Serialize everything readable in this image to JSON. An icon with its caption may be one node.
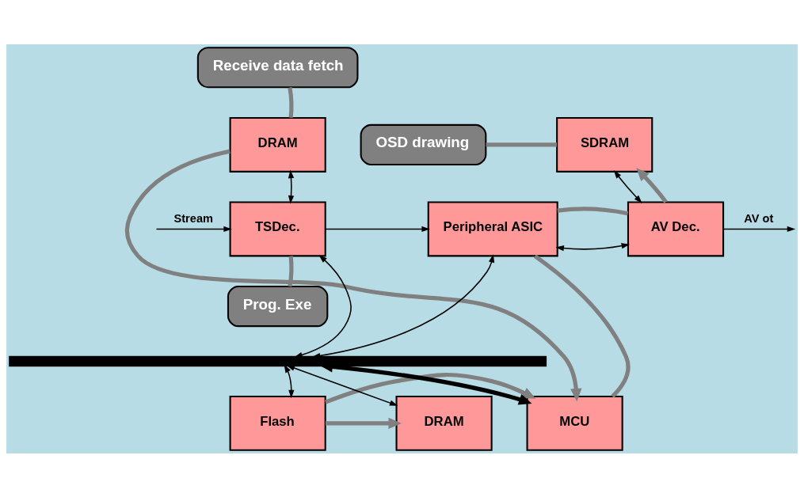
{
  "diagram": {
    "nodes": [
      {
        "text": [
          "Receive data fetch"
        ]
      },
      {
        "text": [
          "DRAM"
        ]
      },
      {
        "text": [
          "OSD drawing"
        ]
      },
      {
        "text": [
          "SDRAM"
        ]
      },
      {
        "text": [
          "TSDec."
        ]
      },
      {
        "text": [
          "Peripheral ASIC"
        ]
      },
      {
        "text": [
          "AV Dec."
        ]
      },
      {
        "text": [
          "Prog. Exe"
        ]
      },
      {
        "text": [],
        "shape": "bar"
      },
      {
        "text": [
          "Flash"
        ]
      },
      {
        "text": [
          "DRAM"
        ]
      },
      {
        "text": [
          "MCU"
        ]
      }
    ],
    "edges": [
      {
        "from": 0,
        "to": 1,
        "arrow": "none",
        "style": "thick",
        "color": "#808080"
      },
      {
        "from": 2,
        "to": 3,
        "arrow": "none",
        "style": "thick",
        "color": "#808080"
      },
      {
        "from": 7,
        "to": 4,
        "arrow": "none",
        "style": "thick",
        "color": "#808080"
      },
      {
        "from": null,
        "to": 4,
        "arrow": "to",
        "label": "Stream"
      },
      {
        "from": 1,
        "to": 4,
        "arrow": "both"
      },
      {
        "from": 4,
        "to": 5,
        "arrow": "to"
      },
      {
        "from": 5,
        "to": 6,
        "arrow": "both"
      },
      {
        "from": 6,
        "to": 3,
        "arrow": "both"
      },
      {
        "from": 6,
        "to": null,
        "arrow": "to",
        "label": "AV ot"
      },
      {
        "from": 4,
        "to": 8,
        "arrow": "both"
      },
      {
        "from": 5,
        "to": 8,
        "arrow": "both"
      },
      {
        "from": 9,
        "to": 8,
        "arrow": "both"
      },
      {
        "from": 10,
        "to": 8,
        "arrow": "both"
      },
      {
        "from": 11,
        "to": 8,
        "arrow": "both",
        "style": "thick"
      },
      {
        "from": 1,
        "to": 11,
        "arrow": "to",
        "style": "thick",
        "color": "#808080"
      },
      {
        "from": 5,
        "to": 11,
        "arrow": "none",
        "style": "thick",
        "color": "#808080"
      },
      {
        "from": 9,
        "to": 11,
        "arrow": "to",
        "style": "thick",
        "color": "#808080"
      },
      {
        "from": 9,
        "to": 10,
        "arrow": "to",
        "style": "thick",
        "color": "#808080"
      },
      {
        "from": 6,
        "to": 3,
        "arrow": "to",
        "style": "thick",
        "color": "#808080"
      },
      {
        "from": 5,
        "to": 6,
        "arrow": "none",
        "style": "thick",
        "color": "#808080"
      }
    ]
  }
}
